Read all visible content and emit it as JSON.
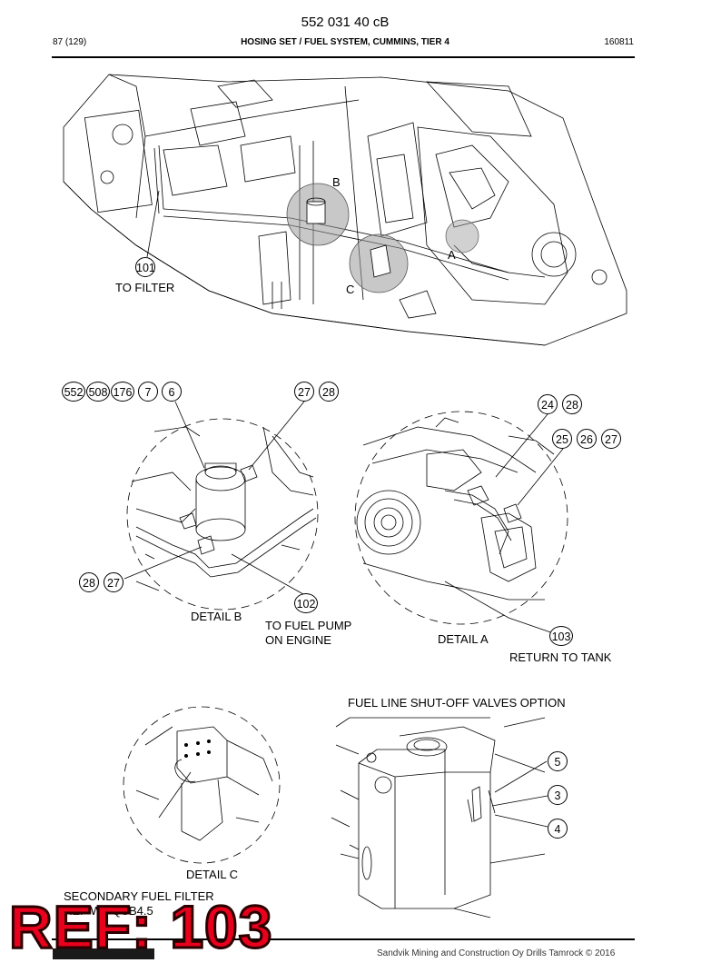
{
  "header": {
    "doc_number": "552 031 40 cB",
    "page": "87 (129)",
    "title": "HOSING SET / FUEL SYSTEM, CUMMINS, TIER 4",
    "date": "160811"
  },
  "overview": {
    "callout_101": "101",
    "to_filter": "TO FILTER",
    "letter_a": "A",
    "letter_b": "B",
    "letter_c": "C"
  },
  "detail_b": {
    "bubbles_top": [
      "552",
      "508",
      "176",
      "7",
      "6"
    ],
    "bubbles_right": [
      "27",
      "28"
    ],
    "bubbles_left": [
      "28",
      "27"
    ],
    "callout_102": "102",
    "label": "DETAIL B",
    "to_fuel_pump_1": "TO FUEL PUMP",
    "to_fuel_pump_2": "ON ENGINE"
  },
  "detail_a": {
    "bubbles_top": [
      "24",
      "28"
    ],
    "bubbles_mid": [
      "25",
      "26",
      "27"
    ],
    "callout_103": "103",
    "label": "DETAIL A",
    "return_to_tank": "RETURN TO TANK"
  },
  "detail_c": {
    "label": "DETAIL C",
    "secondary_1": "SECONDARY FUEL FILTER",
    "secondary_2": "REF WT QSB4.5"
  },
  "shutoff": {
    "title": "FUEL LINE SHUT-OFF VALVES OPTION",
    "bubbles": [
      "5",
      "3",
      "4"
    ]
  },
  "stamp": {
    "text": "REF: 103"
  },
  "footer": {
    "text": "Sandvik Mining and Construction Oy Drills Tamrock © 2016"
  }
}
